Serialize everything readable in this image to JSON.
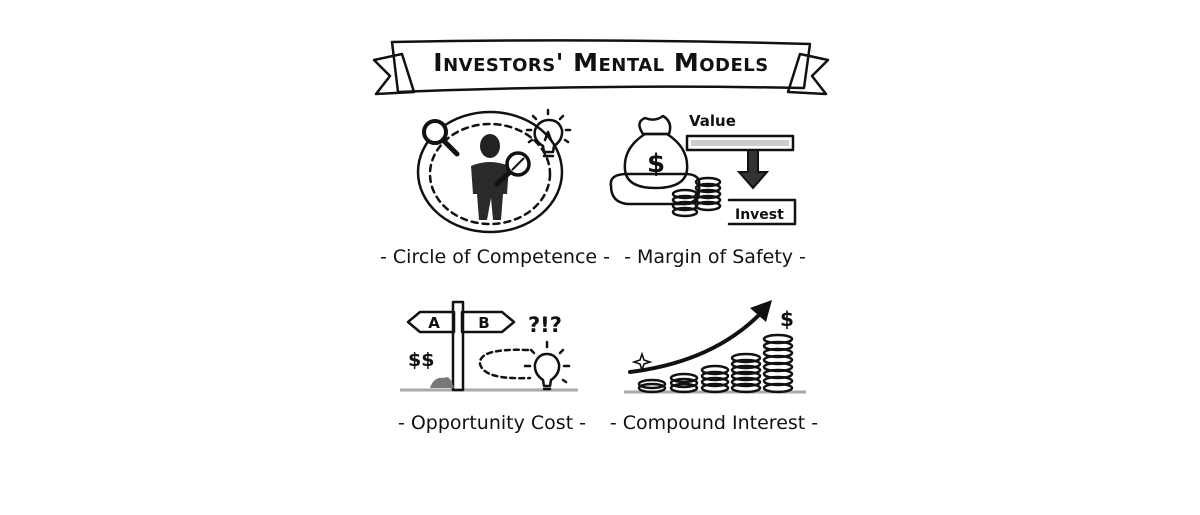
{
  "title": "Investors' Mental Models",
  "background": "#ffffff",
  "ink_color": "#111111",
  "panels": [
    {
      "id": "circle-of-competence",
      "caption": "- Circle of Competence -",
      "icons": [
        "magnifier-icon",
        "person-icon",
        "lightbulb-icon",
        "dashed-circle"
      ]
    },
    {
      "id": "margin-of-safety",
      "caption": "- Margin of Safety -",
      "labels": {
        "value": "Value",
        "invest": "Invest"
      },
      "icons": [
        "money-bag-icon",
        "dollar-sign",
        "coin-stack-icon",
        "down-arrow-icon"
      ]
    },
    {
      "id": "opportunity-cost",
      "caption": "- Opportunity Cost -",
      "labels": {
        "sign_a": "A",
        "sign_b": "B",
        "money": "$$",
        "question": "?!?"
      },
      "icons": [
        "signpost-icon",
        "lightbulb-icon",
        "dashed-path"
      ]
    },
    {
      "id": "compound-interest",
      "caption": "- Compound Interest -",
      "labels": {
        "dollar": "$"
      },
      "icons": [
        "growth-arrow-icon",
        "coin-stack-icon",
        "sparkle-icon"
      ]
    }
  ]
}
